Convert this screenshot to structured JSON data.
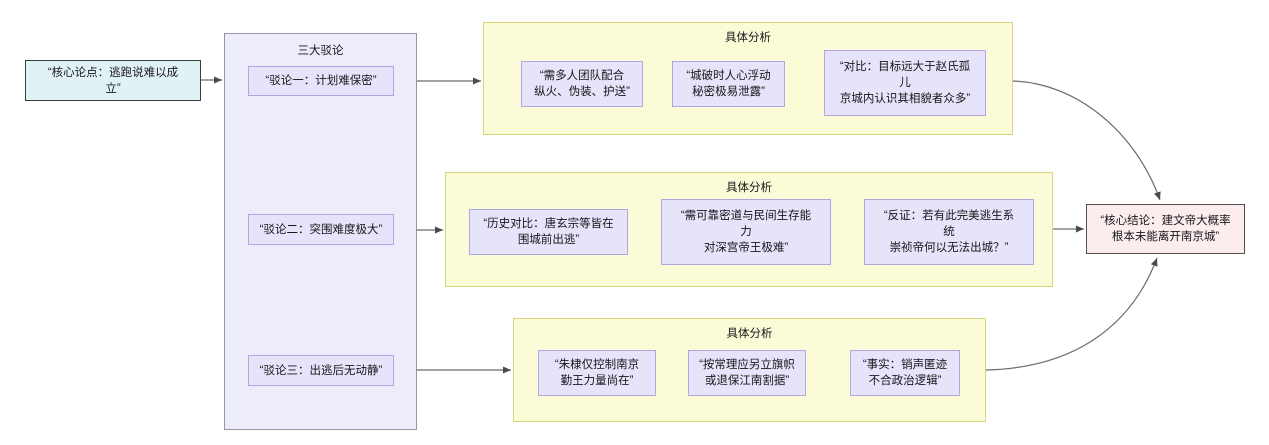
{
  "diagram": {
    "type": "flowchart",
    "direction": "left-to-right",
    "title_visible": false,
    "colors": {
      "start_fill": "#e1f2f7",
      "start_stroke": "#3c3c3c",
      "conclusion_fill": "#fbeded",
      "conclusion_stroke": "#5b4b4b",
      "node_fill": "#e5e4fa",
      "node_stroke": "#b3a6e0",
      "outer_cluster_fill": "#ececfb",
      "outer_cluster_stroke": "#9595a8",
      "analysis_cluster_fill": "#fcfbd7",
      "analysis_cluster_stroke": "#d6d67a",
      "edge_stroke": "#6b6b6b"
    },
    "start_node": {
      "label": "“核心论点：逃跑说难以成\n立”"
    },
    "conclusion_node": {
      "label": "“核心结论：建文帝大概率\n根本未能离开南京城”"
    },
    "outer_cluster": {
      "title": "三大驳论"
    },
    "branches": [
      {
        "thesis": "“驳论一：计划难保密”",
        "cluster_title": "具体分析",
        "items": [
          "“需多人团队配合\n纵火、伪装、护送”",
          "“城破时人心浮动\n秘密极易泄露”",
          "“对比：目标远大于赵氏孤\n儿\n京城内认识其相貌者众多”"
        ]
      },
      {
        "thesis": "“驳论二：突围难度极大”",
        "cluster_title": "具体分析",
        "items": [
          "“历史对比：唐玄宗等皆在\n围城前出逃”",
          "“需可靠密道与民间生存能\n力\n对深宫帝王极难”",
          "“反证：若有此完美逃生系\n统\n崇祯帝何以无法出城？”"
        ]
      },
      {
        "thesis": "“驳论三：出逃后无动静”",
        "cluster_title": "具体分析",
        "items": [
          "“朱棣仅控制南京\n勤王力量尚在”",
          "“按常理应另立旗帜\n或退保江南割据”",
          "“事实：销声匿迹\n不合政治逻辑”"
        ]
      }
    ]
  }
}
